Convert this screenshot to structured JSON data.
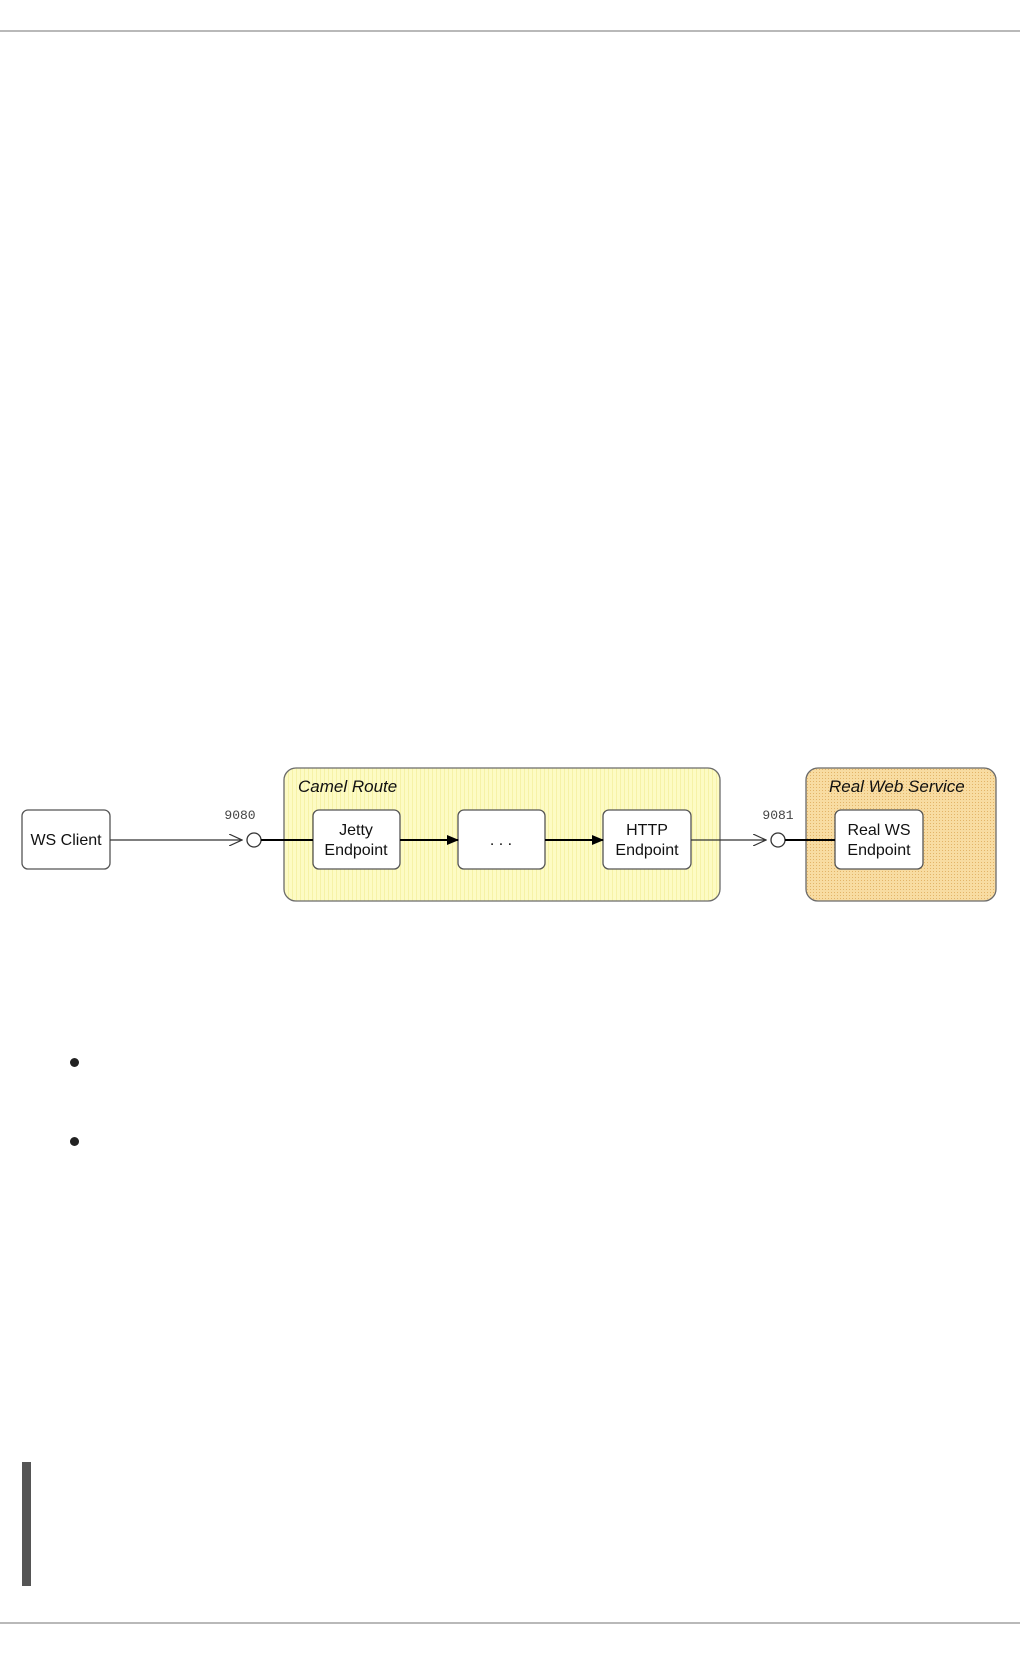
{
  "diagram": {
    "ws_client": "WS Client",
    "camel_route": {
      "title": "Camel Route",
      "jetty_endpoint": [
        "Jetty",
        "Endpoint"
      ],
      "ellipsis": ". . .",
      "http_endpoint": [
        "HTTP",
        "Endpoint"
      ]
    },
    "real_web_service": {
      "title": "Real Web Service",
      "real_ws_endpoint": [
        "Real WS",
        "Endpoint"
      ]
    },
    "ports": {
      "inbound": "9080",
      "outbound": "9081"
    },
    "colors": {
      "camel_route_fill": "#fdfbc2",
      "real_web_service_fill": "#f6d898"
    }
  }
}
